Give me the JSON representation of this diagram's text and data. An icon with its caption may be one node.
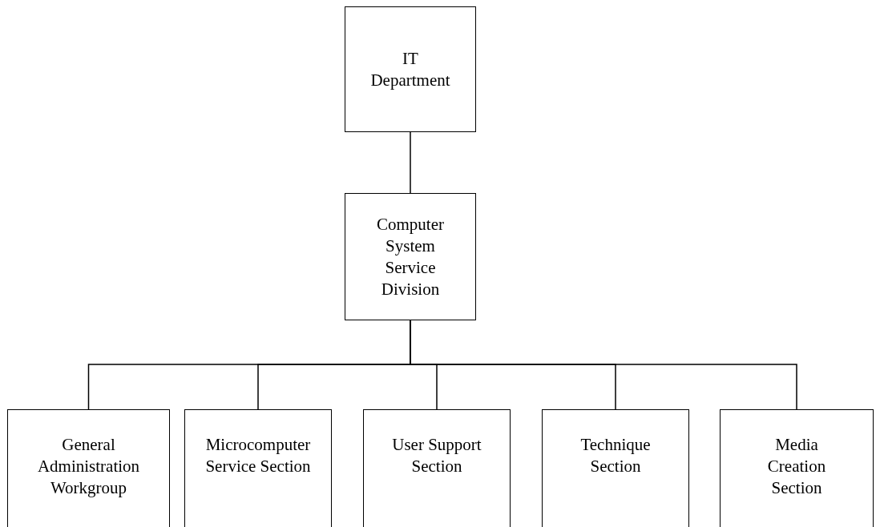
{
  "diagram": {
    "nodes": [
      {
        "text": [
          "IT Department"
        ]
      },
      {
        "text": [
          "Computer System Service Division"
        ]
      },
      {
        "text": [
          "General Administration Workgroup"
        ]
      },
      {
        "text": [
          "Microcomputer Service Section"
        ]
      },
      {
        "text": [
          "User Support Section"
        ]
      },
      {
        "text": [
          "Technique Section"
        ]
      },
      {
        "text": [
          "Media Creation Section"
        ]
      }
    ],
    "edges": [
      {
        "from": 0,
        "to": 1,
        "arrow": "none"
      },
      {
        "from": 1,
        "to": 2,
        "arrow": "none"
      },
      {
        "from": 1,
        "to": 3,
        "arrow": "none"
      },
      {
        "from": 1,
        "to": 4,
        "arrow": "none"
      },
      {
        "from": 1,
        "to": 5,
        "arrow": "none"
      },
      {
        "from": 1,
        "to": 6,
        "arrow": "none"
      }
    ]
  }
}
